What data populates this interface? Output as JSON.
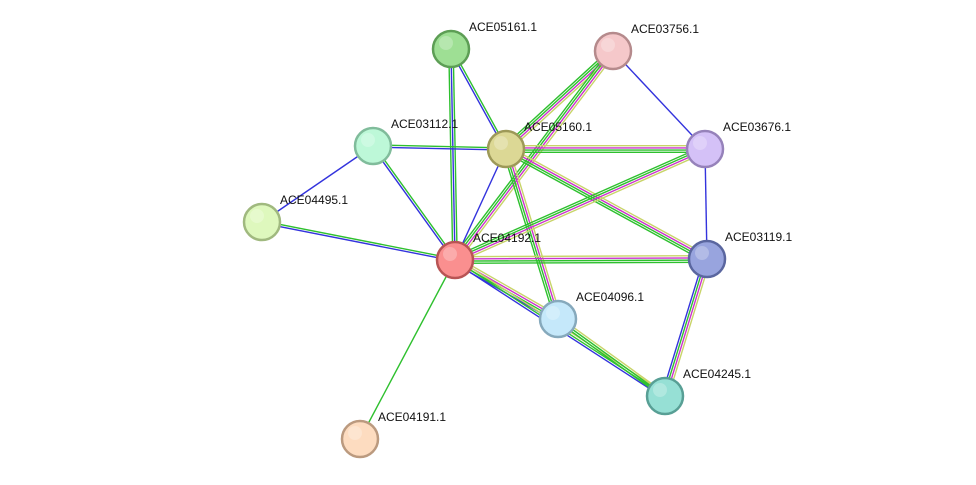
{
  "network": {
    "nodes": [
      {
        "id": "ACE05161.1",
        "label": "ACE05161.1",
        "fill": "#9edf94",
        "stroke": "#5d9e55"
      },
      {
        "id": "ACE03756.1",
        "label": "ACE03756.1",
        "fill": "#f5c8ca",
        "stroke": "#b58a8c"
      },
      {
        "id": "ACE03112.1",
        "label": "ACE03112.1",
        "fill": "#bdf8d8",
        "stroke": "#80bc9b"
      },
      {
        "id": "ACE05160.1",
        "label": "ACE05160.1",
        "fill": "#dcd895",
        "stroke": "#9d9958"
      },
      {
        "id": "ACE03676.1",
        "label": "ACE03676.1",
        "fill": "#d4c1f7",
        "stroke": "#9682ba"
      },
      {
        "id": "ACE04495.1",
        "label": "ACE04495.1",
        "fill": "#def8bd",
        "stroke": "#a0b97f"
      },
      {
        "id": "ACE04192.1",
        "label": "ACE04192.1",
        "fill": "#fa8f8f",
        "stroke": "#b85454"
      },
      {
        "id": "ACE03119.1",
        "label": "ACE03119.1",
        "fill": "#98a4de",
        "stroke": "#5a669f"
      },
      {
        "id": "ACE04096.1",
        "label": "ACE04096.1",
        "fill": "#c5e8fa",
        "stroke": "#86a9bc"
      },
      {
        "id": "ACE04245.1",
        "label": "ACE04245.1",
        "fill": "#96e0d5",
        "stroke": "#589f95"
      },
      {
        "id": "ACE04191.1",
        "label": "ACE04191.1",
        "fill": "#fddcc0",
        "stroke": "#bb9a7f"
      }
    ],
    "edges": [
      {
        "source": "ACE05161.1",
        "target": "ACE04192.1",
        "colors": [
          "#2ec02e",
          "#3333dd",
          "#2ec02e"
        ]
      },
      {
        "source": "ACE05161.1",
        "target": "ACE05160.1",
        "colors": [
          "#2ec02e",
          "#3333dd"
        ]
      },
      {
        "source": "ACE03756.1",
        "target": "ACE05160.1",
        "colors": [
          "#c8d468",
          "#cc33cc",
          "#2ec02e",
          "#2ec02e"
        ]
      },
      {
        "source": "ACE03756.1",
        "target": "ACE04192.1",
        "colors": [
          "#c8d468",
          "#cc33cc",
          "#2ec02e",
          "#2ec02e"
        ]
      },
      {
        "source": "ACE03756.1",
        "target": "ACE03676.1",
        "colors": [
          "#3333dd"
        ]
      },
      {
        "source": "ACE03112.1",
        "target": "ACE05160.1",
        "colors": [
          "#2ec02e",
          "#3333dd"
        ]
      },
      {
        "source": "ACE03112.1",
        "target": "ACE04192.1",
        "colors": [
          "#2ec02e",
          "#3333dd"
        ]
      },
      {
        "source": "ACE03112.1",
        "target": "ACE04495.1",
        "colors": [
          "#3333dd"
        ]
      },
      {
        "source": "ACE04495.1",
        "target": "ACE04192.1",
        "colors": [
          "#2ec02e",
          "#3333dd"
        ]
      },
      {
        "source": "ACE05160.1",
        "target": "ACE03676.1",
        "colors": [
          "#c8d468",
          "#cc33cc",
          "#2ec02e",
          "#2ec02e"
        ]
      },
      {
        "source": "ACE05160.1",
        "target": "ACE03119.1",
        "colors": [
          "#c8d468",
          "#cc33cc",
          "#2ec02e",
          "#2ec02e"
        ]
      },
      {
        "source": "ACE05160.1",
        "target": "ACE04096.1",
        "colors": [
          "#c8d468",
          "#cc33cc",
          "#2ec02e",
          "#2ec02e"
        ]
      },
      {
        "source": "ACE05160.1",
        "target": "ACE04192.1",
        "colors": [
          "#3333dd"
        ]
      },
      {
        "source": "ACE03676.1",
        "target": "ACE04192.1",
        "colors": [
          "#c8d468",
          "#cc33cc",
          "#2ec02e",
          "#2ec02e"
        ]
      },
      {
        "source": "ACE03676.1",
        "target": "ACE03119.1",
        "colors": [
          "#3333dd"
        ]
      },
      {
        "source": "ACE04192.1",
        "target": "ACE03119.1",
        "colors": [
          "#c8d468",
          "#cc33cc",
          "#2ec02e",
          "#2ec02e"
        ]
      },
      {
        "source": "ACE04192.1",
        "target": "ACE04096.1",
        "colors": [
          "#c8d468",
          "#cc33cc",
          "#2ec02e",
          "#3333dd"
        ]
      },
      {
        "source": "ACE04192.1",
        "target": "ACE04245.1",
        "colors": [
          "#c8d468",
          "#2ec02e",
          "#3333dd"
        ]
      },
      {
        "source": "ACE04192.1",
        "target": "ACE04191.1",
        "colors": [
          "#2ec02e"
        ]
      },
      {
        "source": "ACE03119.1",
        "target": "ACE04245.1",
        "colors": [
          "#c8d468",
          "#cc33cc",
          "#2ec02e",
          "#3333dd"
        ]
      },
      {
        "source": "ACE04096.1",
        "target": "ACE04245.1",
        "colors": [
          "#c8d468",
          "#2ec02e",
          "#2ec02e"
        ]
      }
    ]
  }
}
